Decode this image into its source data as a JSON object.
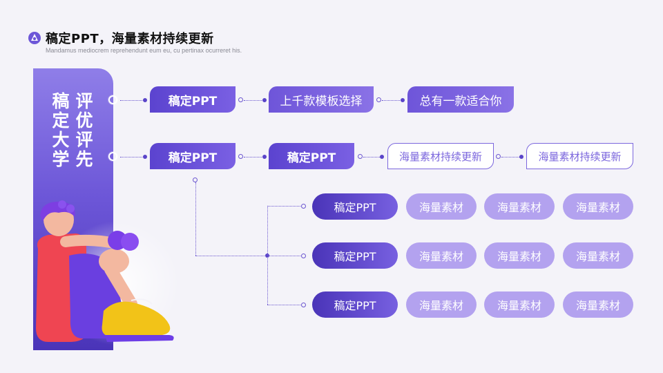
{
  "header": {
    "title": "稿定PPT，海量素材持续更新",
    "subtitle": "Mandamus mediocrem reprehendunt eum eu, cu pertinax ocurreret his."
  },
  "side_panel": {
    "col1": [
      "稿",
      "定",
      "大",
      "学"
    ],
    "col2": [
      "评",
      "优",
      "评",
      "先"
    ]
  },
  "row1": {
    "node1": "稿定PPT",
    "node2": "上千款模板选择",
    "node3": "总有一款适合你"
  },
  "row2": {
    "node1": "稿定PPT",
    "node2": "稿定PPT",
    "node3": "海量素材持续更新",
    "node4": "海量素材持续更新"
  },
  "grid": [
    {
      "lead": "稿定PPT",
      "items": [
        "海量素材",
        "海量素材",
        "海量素材"
      ]
    },
    {
      "lead": "稿定PPT",
      "items": [
        "海量素材",
        "海量素材",
        "海量素材"
      ]
    },
    {
      "lead": "稿定PPT",
      "items": [
        "海量素材",
        "海量素材",
        "海量素材"
      ]
    }
  ],
  "colors": {
    "accent": "#6d57d8",
    "light": "#b3a2ef",
    "dark": "#4a34b8"
  }
}
